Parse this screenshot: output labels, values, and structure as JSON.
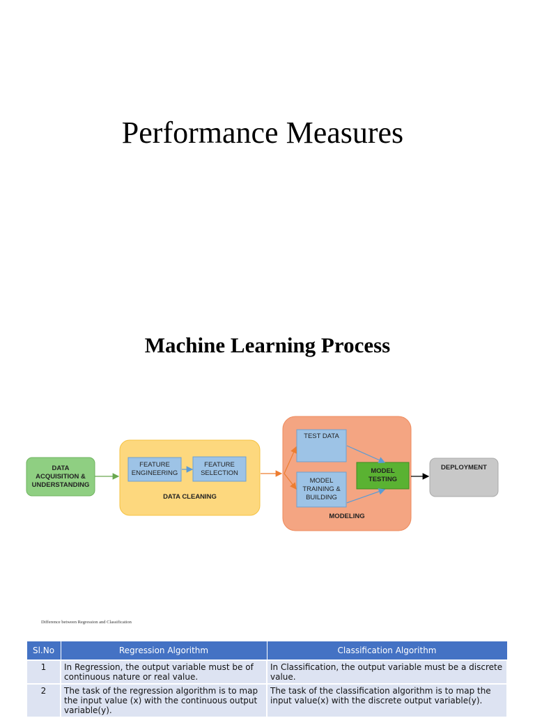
{
  "slide1": {
    "title": "Performance Measures"
  },
  "slide2": {
    "title": "Machine Learning Process"
  },
  "diagram": {
    "nodes": {
      "data_acquisition": "DATA ACQUISITION & UNDERSTANDING",
      "feature_engineering": "FEATURE ENGINEERING",
      "feature_selection": "FEATURE SELECTION",
      "data_cleaning": "DATA CLEANING",
      "test_data": "TEST DATA",
      "model_training": "MODEL TRAINING & BUILDING",
      "model_testing": "MODEL TESTING",
      "modeling": "MODELING",
      "deployment": "DEPLOYMENT"
    },
    "colors": {
      "green_box": "#8fcf82",
      "cleaning_group": "#fdd87e",
      "blue_box": "#9dc3e6",
      "modeling_group": "#f4a582",
      "model_testing": "#5ab232",
      "deployment": "#c8c8c8"
    }
  },
  "table": {
    "caption": "Difference between Regression and Classification",
    "headers": [
      "Sl.No",
      "Regression Algorithm",
      "Classification Algorithm"
    ],
    "rows": [
      [
        "1",
        "In Regression, the output variable must be of continuous nature or real value.",
        "In Classification, the output variable must be a discrete value."
      ],
      [
        "2",
        "The task of the regression algorithm is to map the input value (x) with the continuous output variable(y).",
        "The task of the classification algorithm is to map the input value(x) with the discrete output variable(y)."
      ]
    ]
  }
}
